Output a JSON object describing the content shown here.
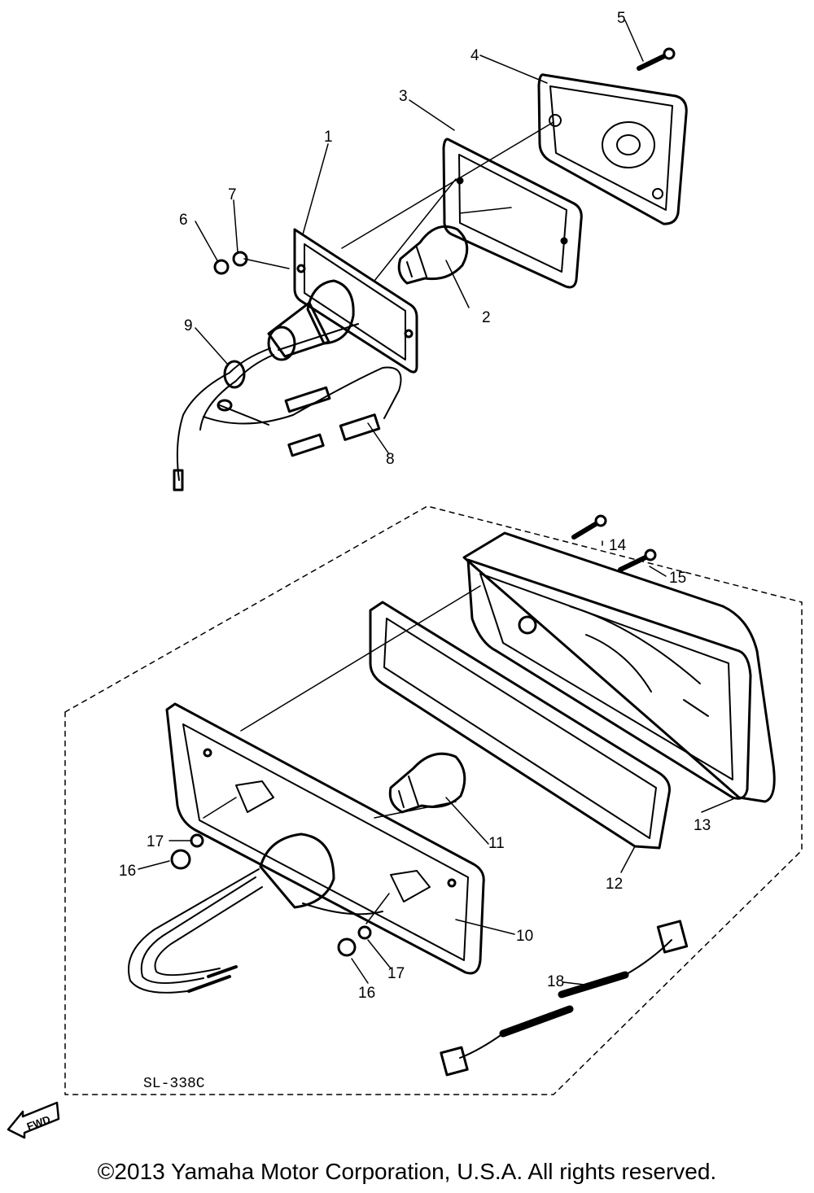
{
  "diagram": {
    "code": "SL-338C",
    "fwd_label": "FWD",
    "callouts": [
      "1",
      "2",
      "3",
      "4",
      "5",
      "6",
      "7",
      "8",
      "9",
      "10",
      "11",
      "12",
      "13",
      "14",
      "15",
      "16",
      "16",
      "17",
      "17",
      "18"
    ]
  },
  "footer": {
    "copyright": "©2013 Yamaha Motor Corporation, U.S.A. All rights reserved."
  }
}
